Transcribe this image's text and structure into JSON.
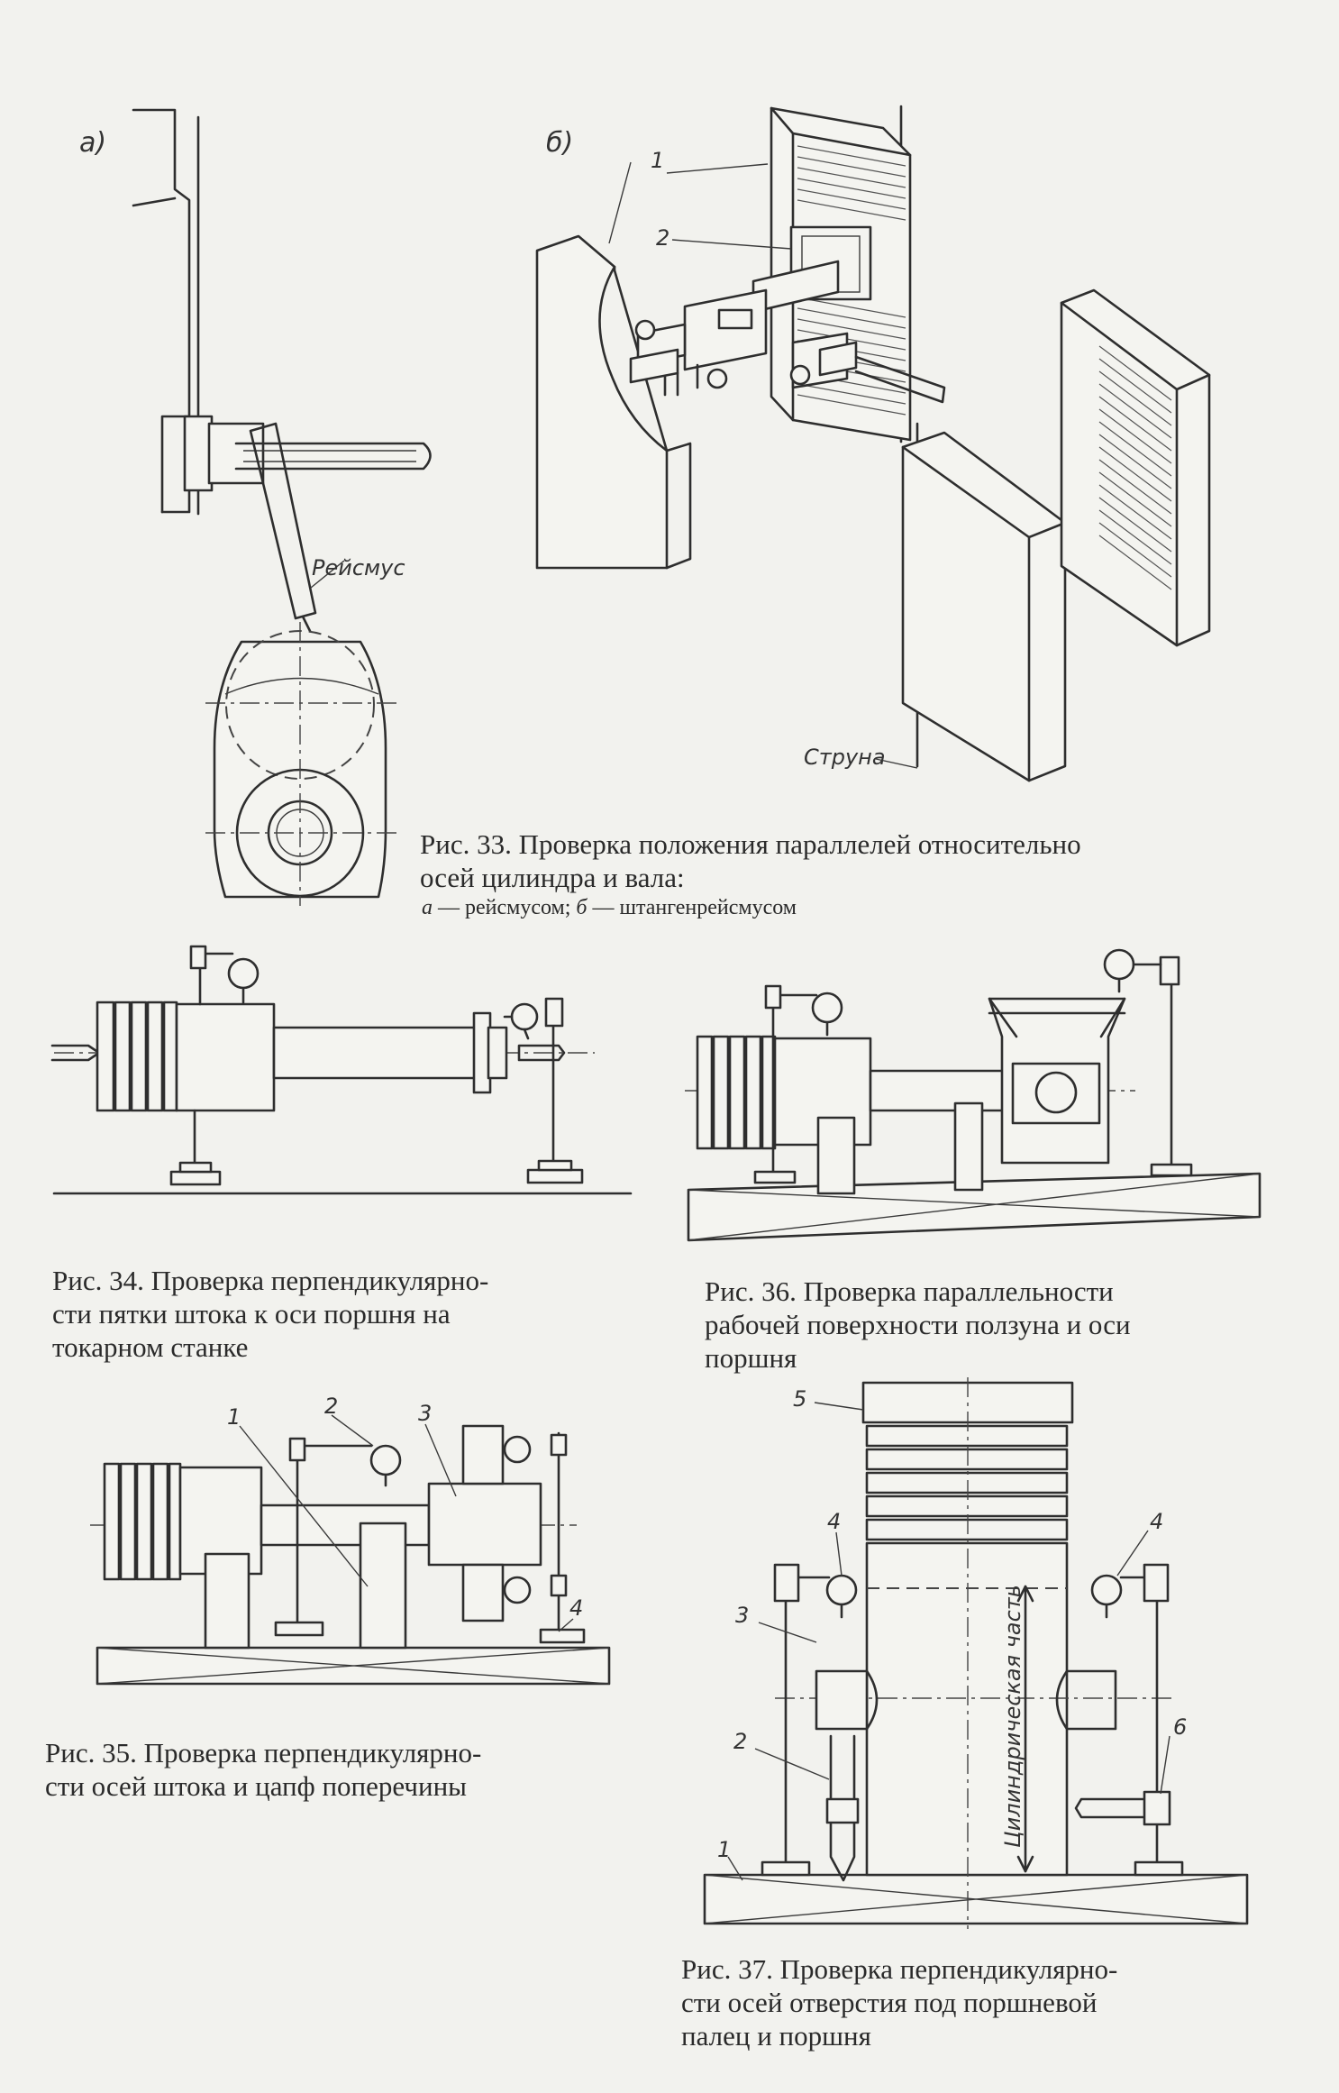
{
  "figures": {
    "fig33": {
      "panel_a": "а)",
      "panel_b": "б)",
      "label_reismus": "Рейсмус",
      "label_struna": "Струна",
      "callouts": [
        "1",
        "2"
      ],
      "caption_lines": [
        "Рис. 33. Проверка положения параллелей относительно",
        "осей цилиндра и вала:"
      ],
      "legend_a_letter": "а",
      "legend_a_text": " — рейсмусом; ",
      "legend_b_letter": "б",
      "legend_b_text": " — штангенрейсмусом"
    },
    "fig34": {
      "caption_lines": [
        "Рис. 34. Проверка перпендикулярно-",
        "сти пятки штока к оси поршня на",
        "токарном станке"
      ]
    },
    "fig35": {
      "callouts": [
        "1",
        "2",
        "3",
        "4"
      ],
      "caption_lines": [
        "Рис. 35. Проверка перпендикулярно-",
        "сти осей штока и цапф поперечины"
      ]
    },
    "fig36": {
      "caption_lines": [
        "Рис. 36. Проверка параллельности",
        "рабочей поверхности ползуна и оси",
        "поршня"
      ]
    },
    "fig37": {
      "callouts": [
        "5",
        "4",
        "4",
        "3",
        "2",
        "6",
        "1"
      ],
      "vertical_label": "Цилиндрическая часть",
      "caption_lines": [
        "Рис. 37. Проверка перпендикулярно-",
        "сти осей отверстия под поршневой",
        "палец и поршня"
      ]
    }
  }
}
